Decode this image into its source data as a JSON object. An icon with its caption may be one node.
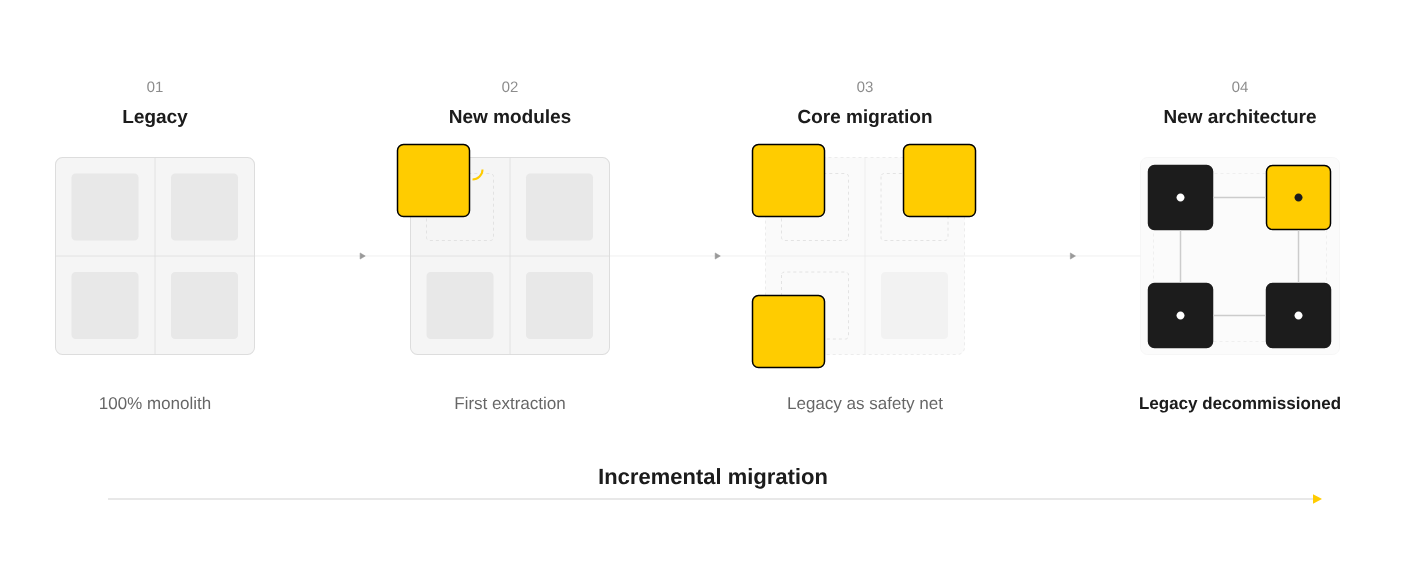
{
  "diagram": {
    "nodes": [
      {
        "text": [
          "01",
          "Legacy"
        ],
        "beside": [
          "100% monolith"
        ]
      },
      {
        "text": [
          "02",
          "New  modules"
        ],
        "beside": [
          "First extraction"
        ]
      },
      {
        "text": [
          "03",
          "Core migration"
        ],
        "beside": [
          "Legacy as safety net"
        ]
      },
      {
        "text": [
          "04",
          "New architecture"
        ],
        "beside": [
          "Legacy decommissioned"
        ]
      },
      {
        "text": [],
        "shape": "box",
        "in": 3
      },
      {
        "text": [],
        "shape": "box",
        "in": 3
      },
      {
        "text": [],
        "shape": "box",
        "in": 3
      },
      {
        "text": [],
        "shape": "box",
        "in": 3
      }
    ],
    "edges": [
      {
        "from": 0,
        "to": 1,
        "arrow": "to"
      },
      {
        "from": 1,
        "to": 2,
        "arrow": "to"
      },
      {
        "from": 2,
        "to": 3,
        "arrow": "to"
      },
      {
        "from": 4,
        "to": 5,
        "arrow": "none"
      },
      {
        "from": 4,
        "to": 6,
        "arrow": "none"
      },
      {
        "from": 5,
        "to": 7,
        "arrow": "none"
      },
      {
        "from": 6,
        "to": 7,
        "arrow": "none"
      }
    ],
    "labels": [
      "Incremental migration"
    ]
  }
}
